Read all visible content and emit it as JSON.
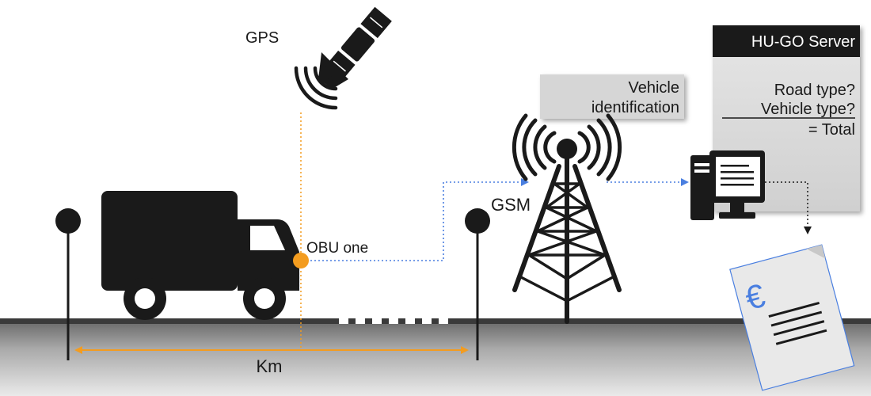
{
  "labels": {
    "gps": "GPS",
    "obu": "OBU one",
    "gsm": "GSM",
    "km": "Km"
  },
  "vehicle_box": {
    "line1": "Vehicle",
    "line2": "identification"
  },
  "server": {
    "title": "HU-GO Server",
    "road_type": "Road type?",
    "vehicle_type": "Vehicle type?",
    "total": "= Total"
  },
  "invoice": {
    "currency_symbol": "€"
  },
  "colors": {
    "accent_orange": "#f39c1f",
    "link_blue": "#4a7fe0",
    "dark": "#1a1a1a",
    "panel_gray": "#d6d6d6",
    "road_top": "#3a3a3a"
  },
  "icons": [
    "satellite-icon",
    "truck-icon",
    "gsm-tower-icon",
    "computer-icon",
    "invoice-icon",
    "road-marker-icon"
  ]
}
